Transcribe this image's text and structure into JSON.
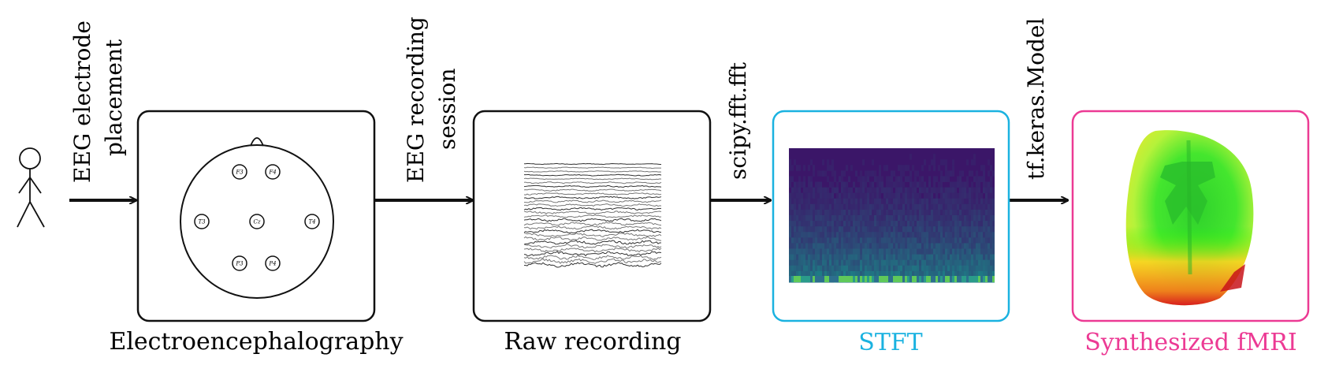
{
  "labels": {
    "step1": [
      "EEG electrode",
      "placement"
    ],
    "step2": [
      "EEG recording",
      "session"
    ],
    "step3": [
      "scipy.fft.fft"
    ],
    "step4": [
      "tf.keras.Model"
    ]
  },
  "boxes": {
    "eeg": {
      "caption": "Electroencephalography",
      "border_color": "#111111"
    },
    "raw": {
      "caption": "Raw recording",
      "border_color": "#111111"
    },
    "stft": {
      "caption": "STFT",
      "border_color": "#1ab2e0"
    },
    "fmri": {
      "caption": "Synthesized fMRI",
      "border_color": "#ec3a94"
    }
  },
  "electrodes": [
    {
      "id": "f3",
      "label": "F3"
    },
    {
      "id": "f4",
      "label": "F4"
    },
    {
      "id": "t3",
      "label": "T3"
    },
    {
      "id": "cz",
      "label": "Cz"
    },
    {
      "id": "t4",
      "label": "T4"
    },
    {
      "id": "p3",
      "label": "P3"
    },
    {
      "id": "p4",
      "label": "P4"
    }
  ],
  "colors": {
    "stroke": "#111111",
    "stft_accent": "#1ab2e0",
    "fmri_accent": "#ec3a94",
    "spectrogram_base": "#3b1668"
  },
  "icons": {
    "person": "stick-figure-icon",
    "arrow": "right-arrow-icon"
  }
}
